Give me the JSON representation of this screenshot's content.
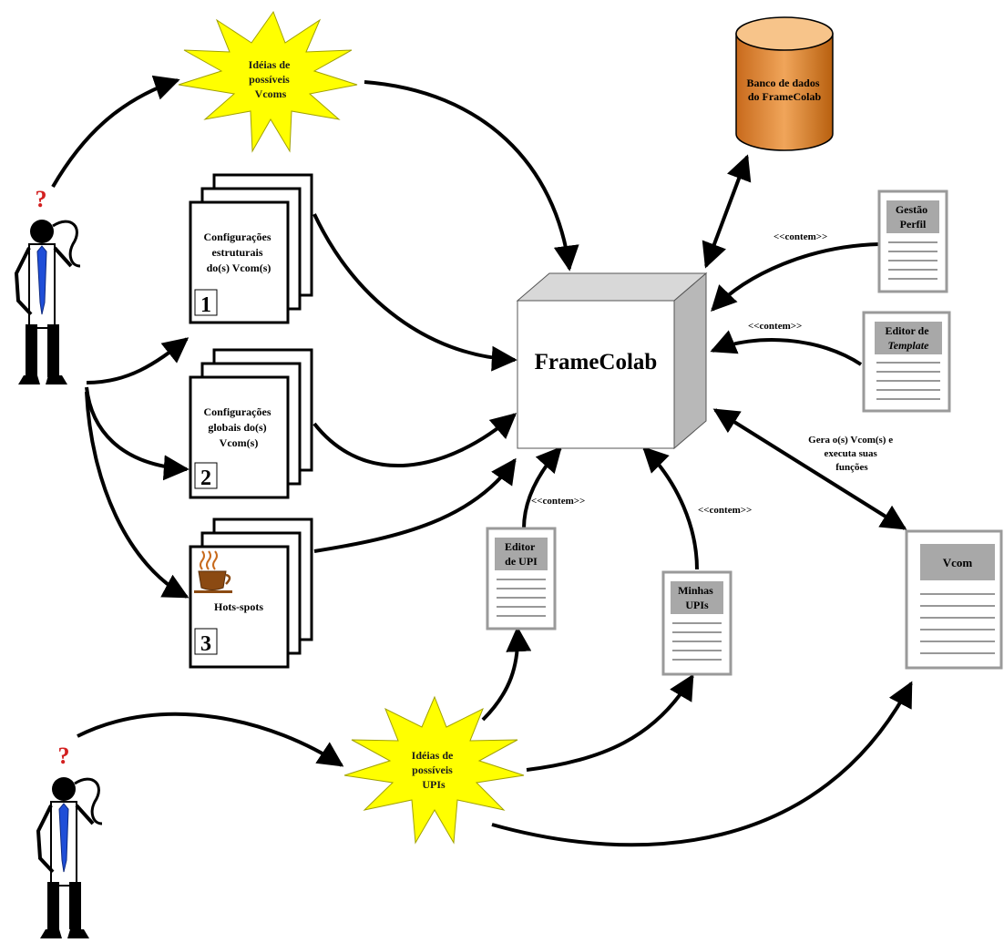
{
  "ideas_vcoms": [
    "Idéias de",
    "possíveis",
    "Vcoms"
  ],
  "ideas_upis": [
    "Idéias de",
    "possíveis",
    "UPIs"
  ],
  "database": [
    "Banco de dados",
    "do FrameColab"
  ],
  "framework": "FrameColab",
  "stack_structural": [
    "Configurações",
    "estruturais",
    "do(s) Vcom(s)"
  ],
  "stack_structural_num": "1",
  "stack_global": [
    "Configurações",
    "globais do(s)",
    "Vcom(s)"
  ],
  "stack_global_num": "2",
  "stack_hotspots": "Hots-spots",
  "stack_hotspots_num": "3",
  "doc_gestao": [
    "Gestão",
    "Perfil"
  ],
  "doc_editor_template": [
    "Editor de",
    "Template"
  ],
  "doc_editor_upi": [
    "Editor",
    "de UPI"
  ],
  "doc_minhas_upis": [
    "Minhas",
    "UPIs"
  ],
  "doc_vcom": "Vcom",
  "label_contem": "<<contem>>",
  "label_gera": [
    "Gera o(s) Vcom(s) e",
    "executa suas",
    "funções"
  ],
  "question_mark": "?"
}
